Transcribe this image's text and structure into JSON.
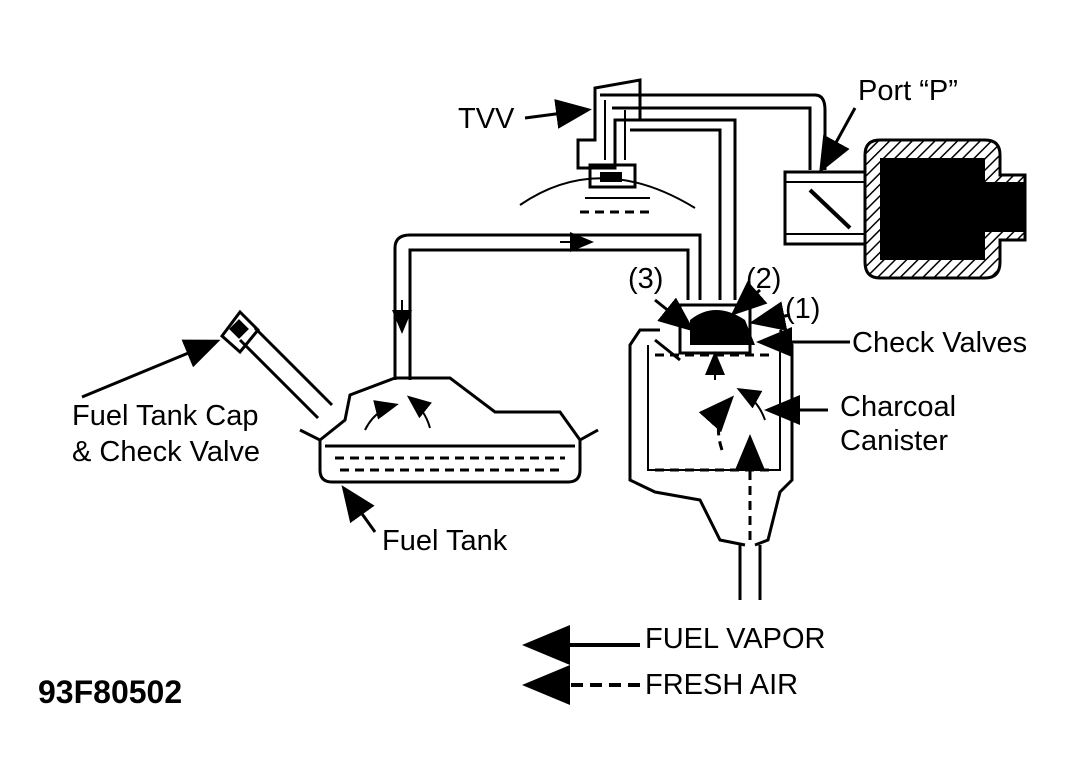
{
  "labels": {
    "tvv": "TVV",
    "port_p": "Port “P”",
    "num3": "(3)",
    "num2": "(2)",
    "num1": "(1)",
    "check_valves": "Check Valves",
    "charcoal": "Charcoal",
    "canister": "Canister",
    "fuel_tank_cap_l1": "Fuel Tank Cap",
    "fuel_tank_cap_l2": "& Check Valve",
    "fuel_tank": "Fuel Tank"
  },
  "legend": {
    "fuel_vapor": "FUEL VAPOR",
    "fresh_air": "FRESH AIR"
  },
  "figure_id": "93F80502",
  "colors": {
    "ink": "#000000",
    "paper": "#ffffff"
  }
}
